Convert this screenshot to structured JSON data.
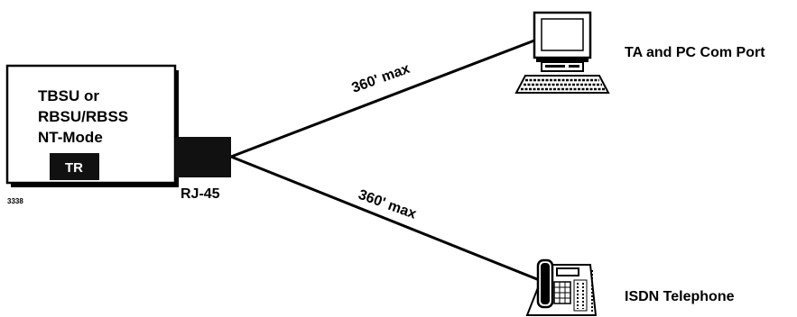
{
  "box": {
    "lines": [
      "TBSU or",
      "RBSU/RBSS",
      "NT-Mode"
    ],
    "badge": "TR"
  },
  "connector_label": "RJ-45",
  "figure_number": "3338",
  "cable_labels": [
    "360' max",
    "360' max"
  ],
  "devices": {
    "pc": {
      "icon": "computer-icon",
      "label": "TA and PC Com Port"
    },
    "phone": {
      "icon": "telephone-icon",
      "label": "ISDN Telephone"
    }
  }
}
